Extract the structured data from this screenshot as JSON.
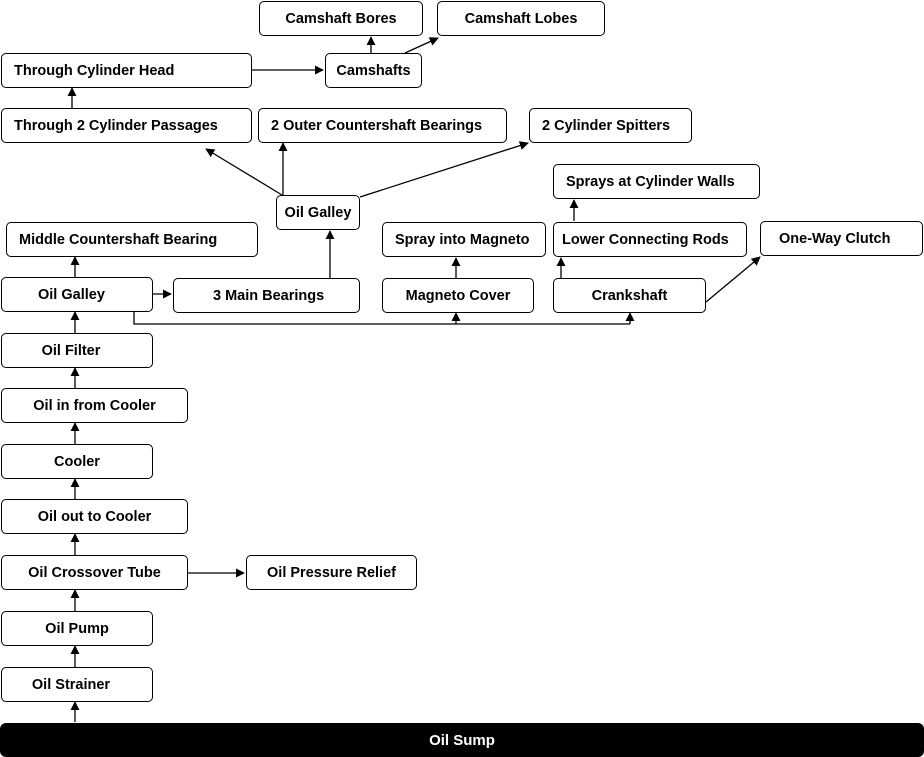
{
  "diagram": {
    "nodes": {
      "camshaft_bores": "Camshaft Bores",
      "camshaft_lobes": "Camshaft Lobes",
      "through_cylinder_head": "Through Cylinder Head",
      "camshafts": "Camshafts",
      "through_2_cylinder_passages": "Through 2 Cylinder Passages",
      "outer_countershaft_bearings": "2 Outer Countershaft Bearings",
      "cylinder_spitters": "2 Cylinder Spitters",
      "sprays_at_cylinder_walls": "Sprays at Cylinder Walls",
      "oil_galley_upper": "Oil Galley",
      "middle_countershaft_bearing": "Middle Countershaft Bearing",
      "spray_into_magneto": "Spray into Magneto",
      "lower_connecting_rods": "Lower Connecting Rods",
      "one_way_clutch": "One-Way Clutch",
      "oil_galley_lower": "Oil Galley",
      "main_bearings": "3 Main Bearings",
      "magneto_cover": "Magneto Cover",
      "crankshaft": "Crankshaft",
      "oil_filter": "Oil Filter",
      "oil_in_from_cooler": "Oil in from Cooler",
      "cooler": "Cooler",
      "oil_out_to_cooler": "Oil out to Cooler",
      "oil_crossover_tube": "Oil Crossover Tube",
      "oil_pressure_relief": "Oil Pressure Relief",
      "oil_pump": "Oil Pump",
      "oil_strainer": "Oil Strainer",
      "oil_sump": "Oil Sump"
    },
    "colors": {
      "line": "#000000",
      "box_fill": "#ffffff",
      "sump_fill": "#000000",
      "sump_text": "#ffffff"
    }
  }
}
